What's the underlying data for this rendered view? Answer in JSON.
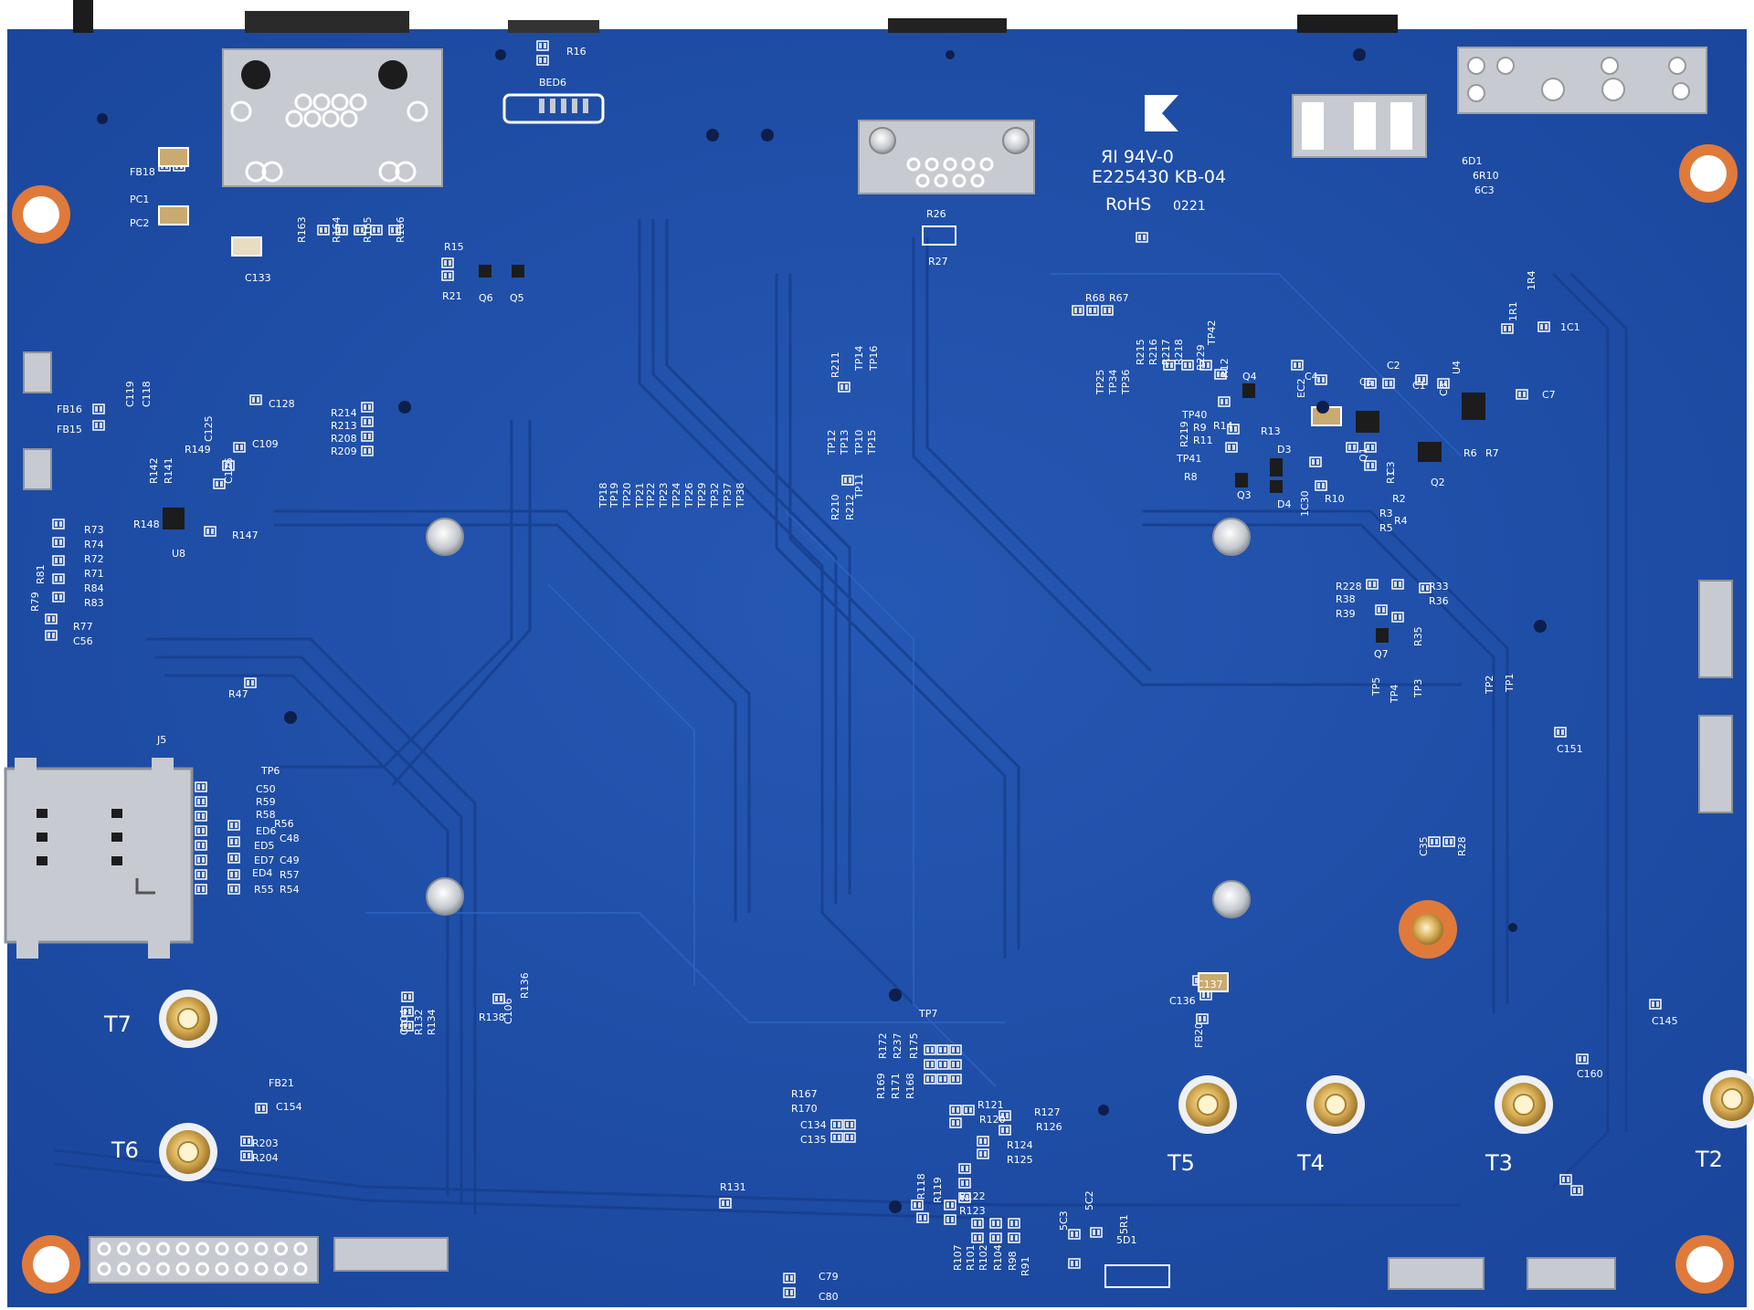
{
  "colors": {
    "pcb_blue": "#1f4fa8",
    "pcb_blue_dark": "#163c86",
    "pcb_blue_light": "#2d63c0",
    "silkscreen": "#ffffff",
    "pad_silver": "#c9ccd1",
    "gold": "#d9b25a",
    "copper_ring": "#e07a3a",
    "component_black": "#1c1c1c"
  },
  "markings": {
    "ul": "ЯΙ 94V-0",
    "ul_file": "E225430 KB-04",
    "rohs": "RoHS",
    "date_code": "0221"
  },
  "test_points": [
    {
      "label": "T7"
    },
    {
      "label": "T6"
    },
    {
      "label": "T5"
    },
    {
      "label": "T4"
    },
    {
      "label": "T3"
    },
    {
      "label": "T2"
    }
  ],
  "labels": {
    "J5": "J5",
    "TP6": "TP6",
    "TP7": "TP7",
    "U8": "U8",
    "U4": "U4",
    "Q1": "Q1",
    "Q2": "Q2",
    "Q3": "Q3",
    "Q4": "Q4",
    "Q5": "Q5",
    "Q6": "Q6",
    "Q7": "Q7",
    "D3": "D3",
    "D4": "D4",
    "L2": "L2",
    "R16": "R16",
    "BED6": "BED6",
    "R26": "R26",
    "R27": "R27",
    "R15": "R15",
    "R21": "R21",
    "R68": "R68",
    "R67": "R67",
    "FB18": "FB18",
    "PC1": "PC1",
    "PC2": "PC2",
    "C133": "C133",
    "R163": "R163",
    "R164": "R164",
    "R165": "R165",
    "R166": "R166",
    "6D1": "6D1",
    "6R10": "6R10",
    "6C3": "6C3",
    "1R1": "1R1",
    "1R4": "1R4",
    "1C1": "1C1",
    "FB16": "FB16",
    "FB15": "FB15",
    "C119": "C119",
    "C118": "C118",
    "C128": "C128",
    "C125": "C125",
    "R149": "R149",
    "C109": "C109",
    "C126": "C126",
    "R142": "R142",
    "R141": "R141",
    "R214": "R214",
    "R213": "R213",
    "R208": "R208",
    "R209": "R209",
    "R148": "R148",
    "R147": "R147",
    "R73": "R73",
    "R74": "R74",
    "R72": "R72",
    "R71": "R71",
    "R84": "R84",
    "R83": "R83",
    "R79": "R79",
    "R81": "R81",
    "R77": "R77",
    "C56": "C56",
    "R47": "R47",
    "C50": "C50",
    "R59": "R59",
    "R58": "R58",
    "R56": "R56",
    "ED6": "ED6",
    "C48": "C48",
    "ED5": "ED5",
    "ED7": "ED7",
    "C49": "C49",
    "ED4": "ED4",
    "R57": "R57",
    "R55": "R55",
    "R54": "R54",
    "C104": "C104",
    "R132": "R132",
    "R134": "R134",
    "R138": "R138",
    "C106": "C106",
    "R136": "R136",
    "FB21": "FB21",
    "C154": "C154",
    "R203": "R203",
    "R204": "R204",
    "R211": "R211",
    "TP14": "TP14",
    "TP16": "TP16",
    "TP12": "TP12",
    "TP13": "TP13",
    "TP10": "TP10",
    "TP15": "TP15",
    "R210": "R210",
    "R212": "R212",
    "TP11": "TP11",
    "TP18": "TP18",
    "TP19": "TP19",
    "TP20": "TP20",
    "TP21": "TP21",
    "TP22": "TP22",
    "TP23": "TP23",
    "TP24": "TP24",
    "TP26": "TP26",
    "TP29": "TP29",
    "TP32": "TP32",
    "TP37": "TP37",
    "TP38": "TP38",
    "TP25": "TP25",
    "TP34": "TP34",
    "TP36": "TP36",
    "R215": "R215",
    "R216": "R216",
    "R217": "R217",
    "R218": "R218",
    "R229": "R229",
    "TP42": "TP42",
    "R12": "R12",
    "TP40": "TP40",
    "R219": "R219",
    "R9": "R9",
    "R11": "R11",
    "TP41": "TP41",
    "R14": "R14",
    "R13": "R13",
    "R8": "R8",
    "C4": "C4",
    "EC2": "EC2",
    "C5": "C5",
    "C2": "C2",
    "C1": "C1",
    "C6": "C6",
    "C7": "C7",
    "R6": "R6",
    "R7": "R7",
    "R1": "R1",
    "R2": "R2",
    "R3": "R3",
    "R4": "R4",
    "R5": "R5",
    "C3": "C3",
    "1C30": "1C30",
    "R10": "R10",
    "R228": "R228",
    "R38": "R38",
    "R39": "R39",
    "R33": "R33",
    "R36": "R36",
    "R35": "R35",
    "TP5": "TP5",
    "TP4": "TP4",
    "TP3": "TP3",
    "TP2": "TP2",
    "TP1": "TP1",
    "C151": "C151",
    "C35": "C35",
    "R28": "R28",
    "C137": "C137",
    "C136": "C136",
    "FB20": "FB20",
    "C145": "C145",
    "C160": "C160",
    "R169": "R169",
    "R172": "R172",
    "R171": "R171",
    "R237": "R237",
    "R168": "R168",
    "R175": "R175",
    "R167": "R167",
    "R170": "R170",
    "C134": "C134",
    "C135": "C135",
    "R121": "R121",
    "R120": "R120",
    "R127": "R127",
    "R126": "R126",
    "R124": "R124",
    "R125": "R125",
    "R131": "R131",
    "R118": "R118",
    "R119": "R119",
    "R122": "R122",
    "R123": "R123",
    "R107": "R107",
    "R101": "R101",
    "R102": "R102",
    "R104": "R104",
    "R98": "R98",
    "R91": "R91",
    "5C3": "5C3",
    "5C2": "5C2",
    "5R1": "5R1",
    "5D1": "5D1",
    "C79": "C79",
    "C80": "C80"
  }
}
